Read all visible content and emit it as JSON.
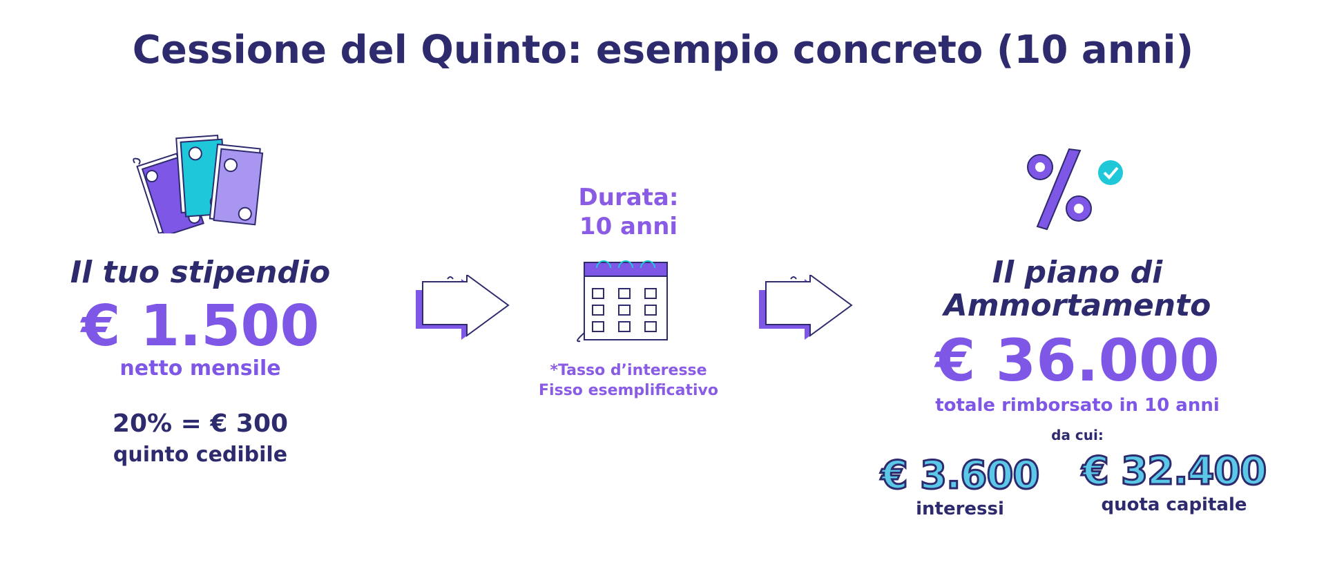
{
  "title": "Cessione del Quinto: esempio concreto (10 anni)",
  "left": {
    "heading": "Il tuo stipendio",
    "amount": "€ 1.500",
    "amount_caption": "netto mensile",
    "quinto_line": "20% = € 300",
    "quinto_caption": "quinto cedibile"
  },
  "middle": {
    "duration_label": "Durata:",
    "duration_value": "10 anni",
    "note_line1": "*Tasso d’interesse",
    "note_line2": "Fisso esemplificativo"
  },
  "right": {
    "heading_line1": "Il piano di",
    "heading_line2": "Ammortamento",
    "total": "€ 36.000",
    "total_caption": "totale rimborsato in 10 anni",
    "breakdown_label": "da cui:",
    "interest_amount": "€ 3.600",
    "interest_label": "interessi",
    "capital_amount": "€ 32.400",
    "capital_label": "quota capitale"
  },
  "colors": {
    "navy": "#2d2a6e",
    "purple": "#7e57e6",
    "light_purple": "#a996f0",
    "teal": "#1fc8d9",
    "cyan": "#5ac8e6"
  },
  "icons": [
    "money-bills-icon",
    "arrow-right-icon",
    "calendar-icon",
    "percent-check-icon"
  ]
}
